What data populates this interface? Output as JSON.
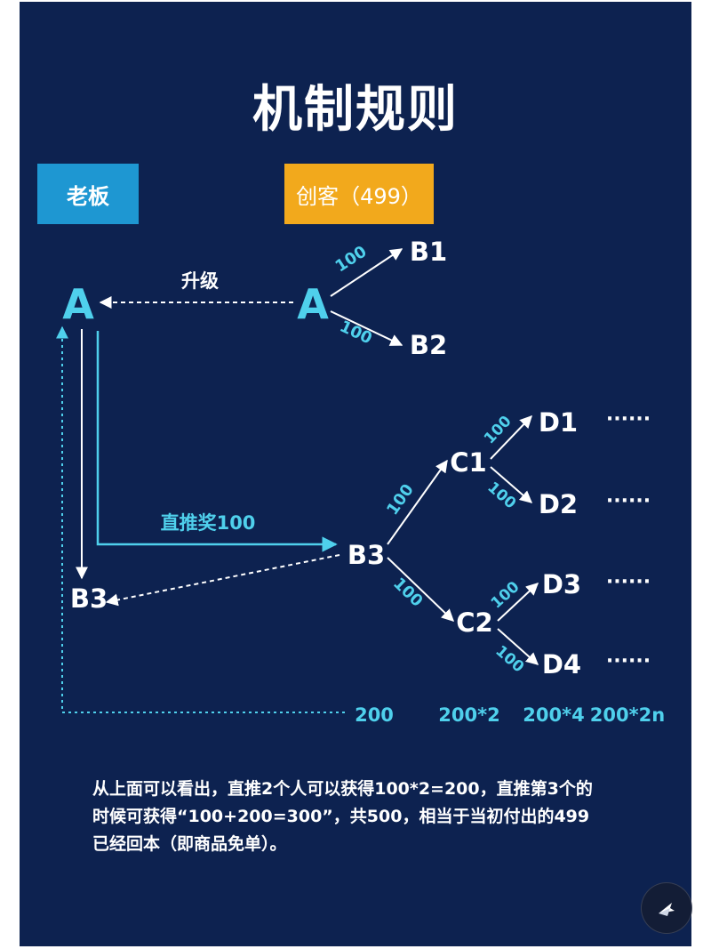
{
  "title": "机制规则",
  "tags": {
    "boss": "老板",
    "maker": "创客（499）"
  },
  "nodes": {
    "a_left": "A",
    "a_right": "A",
    "b1": "B1",
    "b2": "B2",
    "b3_center": "B3",
    "b3_left": "B3",
    "c1": "C1",
    "c2": "C2",
    "d1": "D1",
    "d2": "D2",
    "d3": "D3",
    "d4": "D4",
    "dots1": "······",
    "dots2": "······",
    "dots3": "······",
    "dots4": "······"
  },
  "labels": {
    "upgrade": "升级",
    "direct_bonus": "直推奖100",
    "e_ab1": "100",
    "e_ab2": "100",
    "e_b3c1": "100",
    "e_b3c2": "100",
    "e_c1d1": "100",
    "e_c1d2": "100",
    "e_c2d3": "100",
    "e_c2d4": "100"
  },
  "amounts": {
    "a1": "200",
    "a2": "200*2",
    "a3": "200*4",
    "a4": "200*2n"
  },
  "description": {
    "line1": "从上面可以看出，直推2个人可以获得100*2=200，直推第3个的",
    "line2": "时候可获得“100+200=300”，共500，相当于当初付出的499",
    "line3": "已经回本（即商品免单）。"
  },
  "colors": {
    "background": "#0d2250",
    "accent": "#4fd0ec",
    "boss": "#1e97d2",
    "maker": "#f2a91c"
  },
  "icons": {
    "share": "share-icon"
  }
}
